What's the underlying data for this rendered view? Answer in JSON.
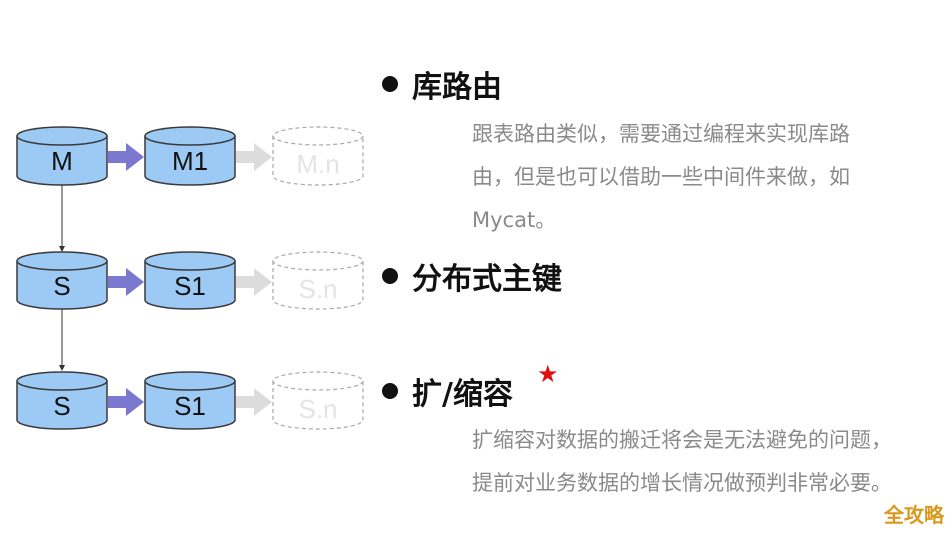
{
  "diagram": {
    "rows": [
      {
        "primary": "M",
        "shard": "M1",
        "ghost": "M.n"
      },
      {
        "primary": "S",
        "shard": "S1",
        "ghost": "S.n"
      },
      {
        "primary": "S",
        "shard": "S1",
        "ghost": "S.n"
      }
    ],
    "colors": {
      "cylinder_fill": "#9ccaf5",
      "cylinder_stroke": "#3a3a3a",
      "arrow_fill": "#7a78cf",
      "ghost_stroke": "#a8a8a8",
      "ghost_arrow": "#dcdcdc"
    }
  },
  "sections": [
    {
      "title": "库路由",
      "lines": [
        "跟表路由类似，需要通过编程来实现库路",
        "由，但是也可以借助一些中间件来做，如",
        "Mycat。"
      ]
    },
    {
      "title": "分布式主键",
      "lines": []
    },
    {
      "title": "扩/缩容",
      "star": "★",
      "lines": [
        "扩缩容对数据的搬迁将会是无法避免的问题，",
        "提前对业务数据的增长情况做预判非常必要。"
      ]
    }
  ],
  "watermark": "全攻略"
}
